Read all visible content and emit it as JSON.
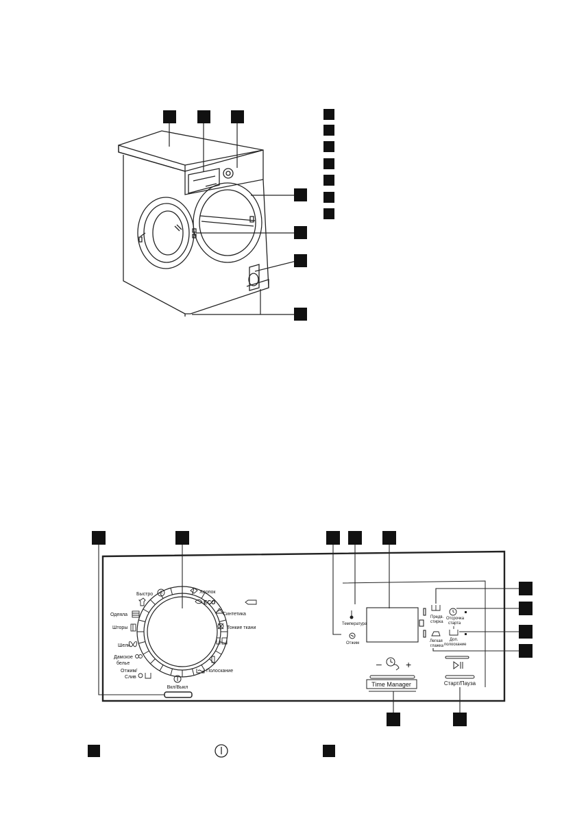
{
  "machine": {
    "callout_count_top": 3,
    "callout_count_right": 4,
    "legend_count": 7
  },
  "panel": {
    "programs_left": {
      "bystro": "Быстро",
      "odeyala": "Одеяла",
      "shtory": "Шторы",
      "shelk": "Шелк",
      "damskoe_1": "Дамское",
      "damskoe_2": "белье",
      "otzhim_sliv_1": "Отжим/",
      "otzhim_sliv_2": "Слив"
    },
    "programs_right": {
      "hlopok": "Хлопок",
      "eco": "ECO",
      "sintetika": "Синтетика",
      "tonkie": "Тонкие ткани",
      "poloskanie": "Полоскание"
    },
    "power": "Вкл/Выкл",
    "temperature": "Температура",
    "spin": "Отжим",
    "prewash_1": "Предв.",
    "prewash_2": "стирка",
    "delay_1": "Отсрочка",
    "delay_2": "старта",
    "extra_rinse_1": "Доп.",
    "extra_rinse_2": "полоскание",
    "easy_iron_1": "Легкая",
    "easy_iron_2": "глажка",
    "tm_minus": "–",
    "tm_plus": "+",
    "time_manager": "Time Manager",
    "start_pause_symbol": "▷||",
    "start_pause": "Старт/Пауза"
  },
  "icons": {
    "power_symbol": "power-icon"
  },
  "colors": {
    "callout_box": "#111111",
    "line": "#222222"
  }
}
